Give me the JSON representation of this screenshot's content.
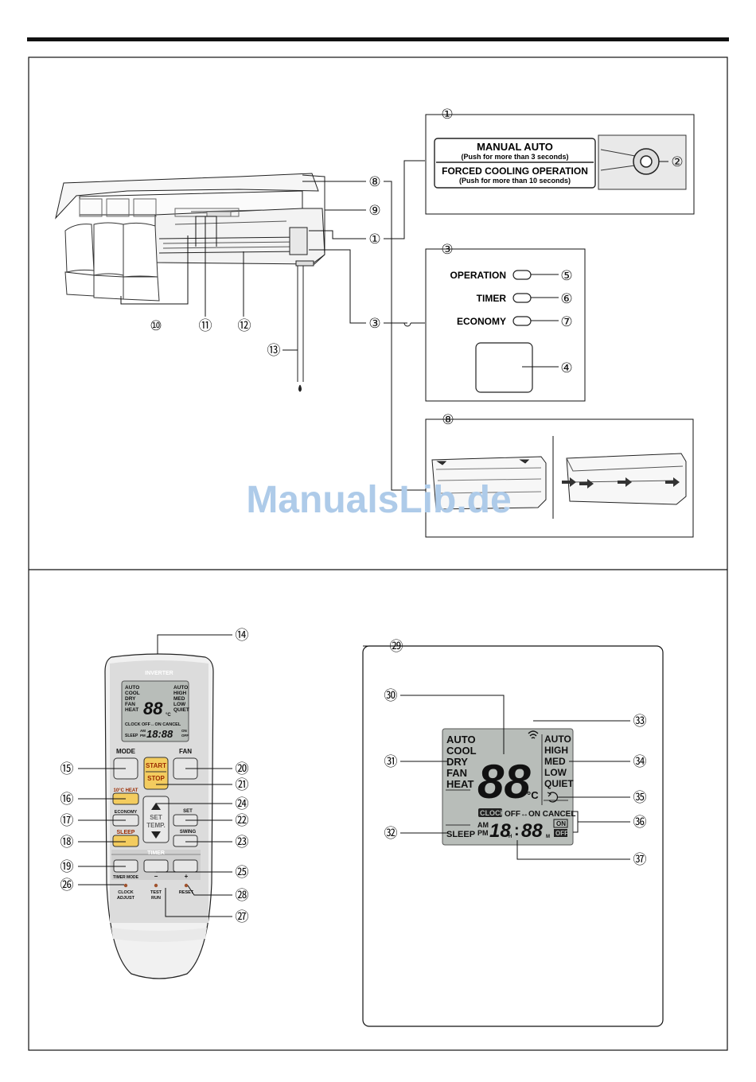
{
  "callouts": {
    "c1": "①",
    "c2": "②",
    "c3": "③",
    "c4": "④",
    "c5": "⑤",
    "c6": "⑥",
    "c7": "⑦",
    "c8": "⑧",
    "c9": "⑨",
    "c10": "⑩",
    "c11": "⑪",
    "c12": "⑫",
    "c13": "⑬",
    "c14": "⑭",
    "c15": "⑮",
    "c16": "⑯",
    "c17": "⑰",
    "c18": "⑱",
    "c19": "⑲",
    "c20": "⑳",
    "c21": "㉑",
    "c22": "㉒",
    "c23": "㉓",
    "c24": "㉔",
    "c25": "㉕",
    "c26": "㉖",
    "c27": "㉗",
    "c28": "㉘",
    "c29": "㉙",
    "c30": "㉚",
    "c31": "㉛",
    "c32": "㉜",
    "c33": "㉝",
    "c34": "㉞",
    "c35": "㉟",
    "c36": "㊱",
    "c37": "㊲"
  },
  "manual_panel": {
    "line1": "MANUAL AUTO",
    "line2": "(Push for more than 3 seconds)",
    "line3": "FORCED COOLING OPERATION",
    "line4": "(Push for more than 10 seconds)"
  },
  "indicator_panel": {
    "operation": "OPERATION",
    "timer": "TIMER",
    "economy": "ECONOMY"
  },
  "watermark": "ManualsLib.de",
  "remote": {
    "brand": "INVERTER",
    "mode": "MODE",
    "fan": "FAN",
    "start": "START",
    "stop": "STOP",
    "heat10": "10°C HEAT",
    "economy": "ECONOMY",
    "sleep": "SLEEP",
    "set": "SET",
    "swing": "SWING",
    "set_temp_1": "SET",
    "set_temp_2": "TEMP.",
    "timer": "TIMER",
    "timer_mode": "TIMER MODE",
    "minus": "−",
    "plus": "+",
    "clock_1": "CLOCK",
    "clock_2": "ADJUST",
    "test_1": "TEST",
    "test_2": "RUN",
    "reset": "RESET",
    "lcd_modes": [
      "AUTO",
      "COOL",
      "DRY",
      "FAN",
      "HEAT"
    ],
    "lcd_fans": [
      "AUTO",
      "HIGH",
      "MED",
      "LOW",
      "QUIET"
    ],
    "lcd_digits": "88",
    "lcd_unit": "°C",
    "lcd_clock": "CLOCK",
    "lcd_timer_row": "OFF↔ON CANCEL",
    "lcd_sleep": "SLEEP",
    "lcd_am": "AM",
    "lcd_pm": "PM",
    "lcd_time": "18:88",
    "lcd_on": "ON",
    "lcd_off": "OFF"
  },
  "display": {
    "modes": [
      "AUTO",
      "COOL",
      "DRY",
      "FAN",
      "HEAT"
    ],
    "fans": [
      "AUTO",
      "HIGH",
      "MED",
      "LOW",
      "QUIET"
    ],
    "digits": "88",
    "unit": "°C",
    "clock": "CLOCK",
    "timer_row": "OFF↔ON CANCEL",
    "sleep": "SLEEP",
    "am": "AM",
    "pm": "PM",
    "hour": "18",
    "h": "H",
    "colon": ":",
    "minute": "88",
    "m": "M",
    "on": "ON",
    "off": "OFF"
  },
  "colors": {
    "lcd": "#b8bdb9",
    "yellow": "#f3cc5f",
    "watermark": "#aecbe9",
    "button": "#e6e6e6"
  }
}
